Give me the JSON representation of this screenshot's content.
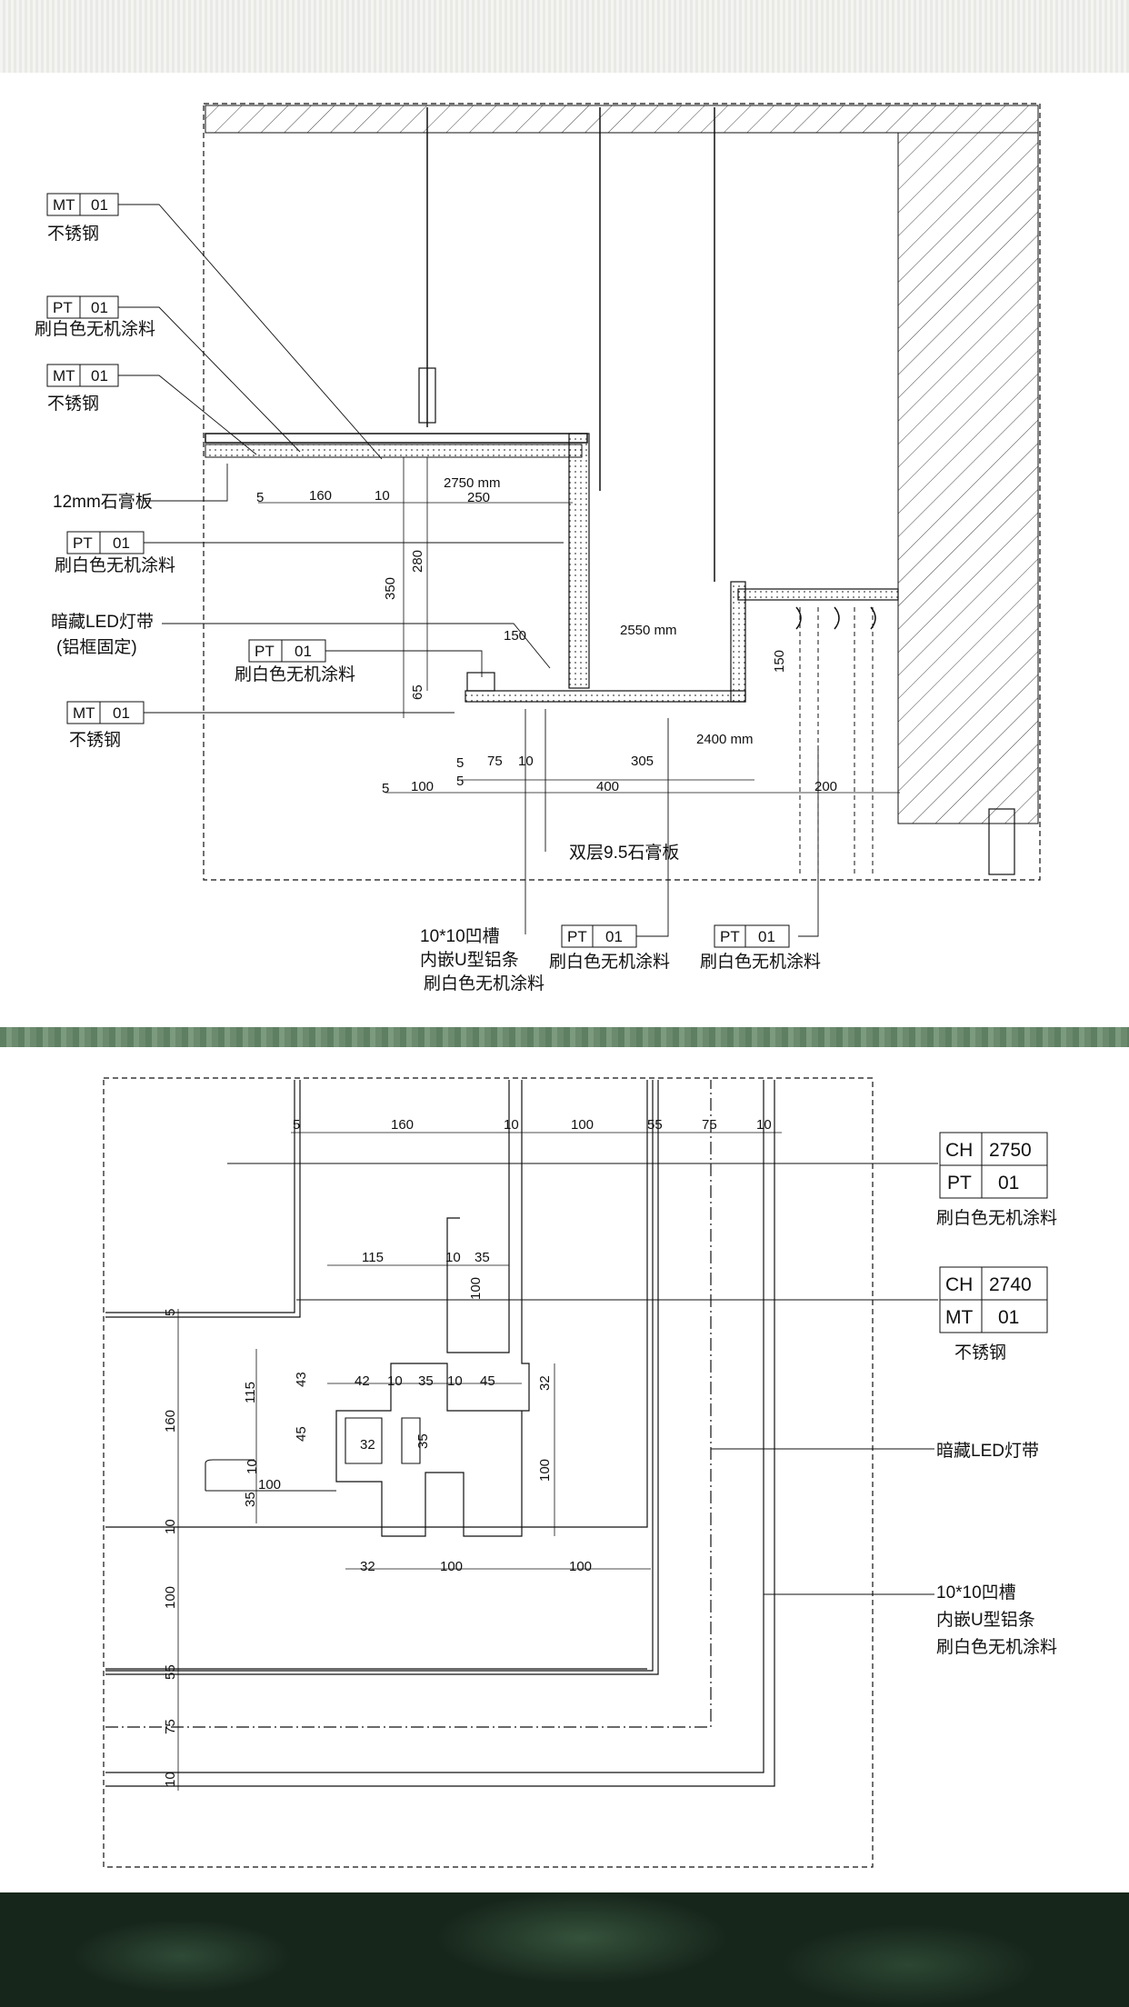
{
  "upper_section": {
    "callouts": {
      "c1": {
        "code": "MT",
        "num": "01",
        "text": "不锈钢"
      },
      "c2": {
        "code": "PT",
        "num": "01",
        "text": "刷白色无机涂料"
      },
      "c3": {
        "code": "MT",
        "num": "01",
        "text": "不锈钢"
      },
      "c4": {
        "text": "12mm石膏板"
      },
      "c5": {
        "code": "PT",
        "num": "01",
        "text": "刷白色无机涂料"
      },
      "c6": {
        "line1": "暗藏LED灯带",
        "line2": "(铝框固定)"
      },
      "c7": {
        "code": "PT",
        "num": "01",
        "text": "刷白色无机涂料"
      },
      "c8": {
        "code": "MT",
        "num": "01",
        "text": "不锈钢"
      },
      "c9": {
        "text": "双层9.5石膏板"
      },
      "c10": {
        "line1": "10*10凹槽",
        "line2": "内嵌U型铝条",
        "line3": "刷白色无机涂料"
      },
      "c11": {
        "code": "PT",
        "num": "01",
        "text": "刷白色无机涂料"
      },
      "c12": {
        "code": "PT",
        "num": "01",
        "text": "刷白色无机涂料"
      }
    },
    "levels": {
      "l1": "2750 mm",
      "l2": "2550 mm",
      "l3": "2400 mm"
    },
    "dims": {
      "d5a": "5",
      "d160": "160",
      "d10a": "10",
      "d250": "250",
      "d350": "350",
      "d280": "280",
      "d65": "65",
      "d150a": "150",
      "d150b": "150",
      "d5b": "5",
      "d75": "75",
      "d10b": "10",
      "d305": "305",
      "d5c": "5",
      "d100": "100",
      "d5d": "5",
      "d400": "400",
      "d200": "200"
    }
  },
  "lower_section": {
    "top_dims": {
      "t5": "5",
      "t160": "160",
      "t10": "10",
      "t100": "100",
      "t55": "55",
      "t75": "75",
      "t10b": "10"
    },
    "inner_dims": {
      "i115": "115",
      "i10": "10",
      "i35": "35",
      "i100v": "100",
      "i42": "42",
      "i10b": "10",
      "i35b": "35",
      "i10c": "10",
      "i45": "45",
      "i43": "43",
      "i115v": "115",
      "i45v": "45",
      "i32a": "32",
      "i35v": "35",
      "i32v": "32",
      "i100r": "100",
      "i10d": "10",
      "i100c": "100",
      "i35w": "35",
      "b32": "32",
      "b100a": "100",
      "b100b": "100"
    },
    "left_dims": {
      "l5": "5",
      "l160": "160",
      "l10": "10",
      "l100": "100",
      "l55": "55",
      "l75": "75",
      "l10b": "10"
    },
    "legend_boxes": {
      "box1": {
        "r1c1": "CH",
        "r1c2": "2750",
        "r2c1": "PT",
        "r2c2": "01",
        "caption": "刷白色无机涂料"
      },
      "box2": {
        "r1c1": "CH",
        "r1c2": "2740",
        "r2c1": "MT",
        "r2c2": "01",
        "caption": "不锈钢"
      }
    },
    "notes": {
      "led": "暗藏LED灯带",
      "groove1": "10*10凹槽",
      "groove2": "内嵌U型铝条",
      "groove3": "刷白色无机涂料"
    }
  },
  "colors": {
    "background": "#ffffff",
    "line": "#111111",
    "band_green": "#6b8a6e",
    "band_dark": "#17261b"
  }
}
